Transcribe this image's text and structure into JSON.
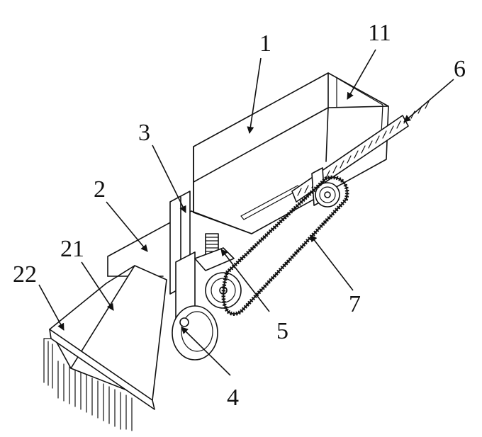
{
  "figure": {
    "labels": {
      "l1": "1",
      "l11": "11",
      "l6": "6",
      "l3": "3",
      "l2": "2",
      "l21": "21",
      "l22": "22",
      "l5": "5",
      "l7": "7",
      "l4": "4"
    }
  }
}
